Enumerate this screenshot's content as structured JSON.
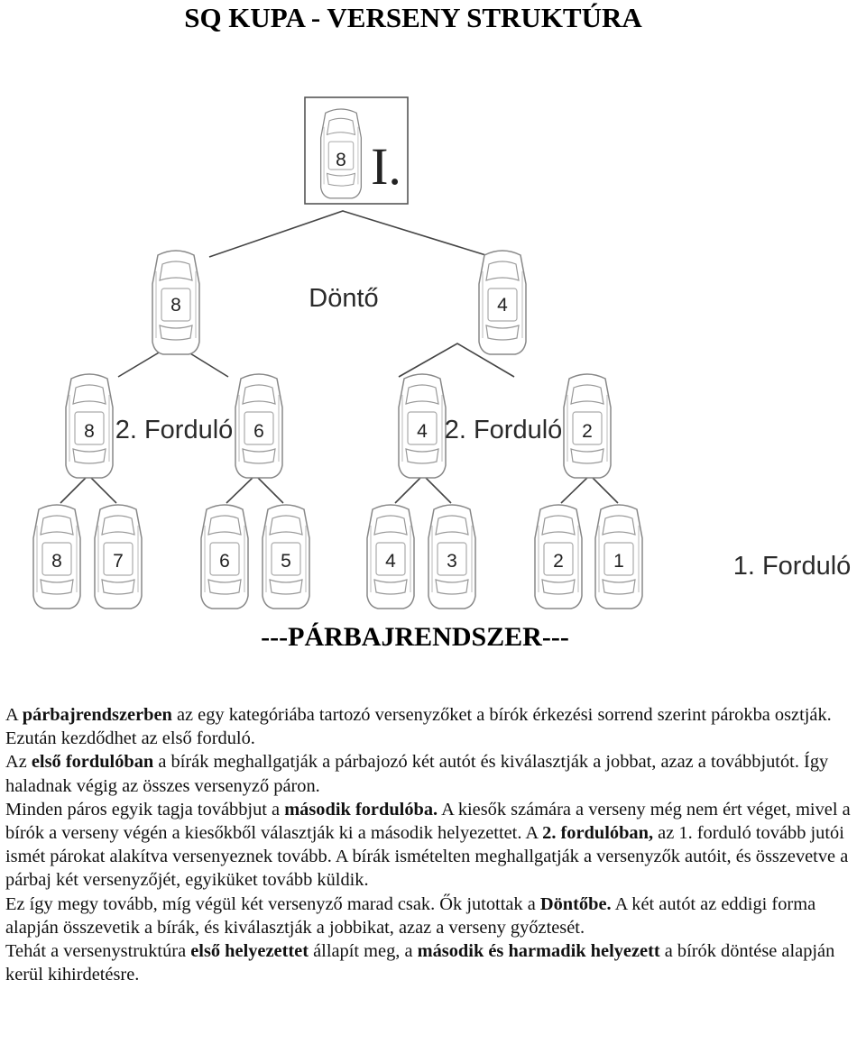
{
  "header": {
    "title": "SQ KUPA - VERSENY STRUKTÚRA"
  },
  "diagram": {
    "champion": {
      "car": "8",
      "place": "I."
    },
    "final": {
      "label": "Döntő",
      "cars": [
        "8",
        "4"
      ]
    },
    "round2": [
      {
        "label": "2. Forduló",
        "cars": [
          "8",
          "6"
        ]
      },
      {
        "label": "2. Forduló",
        "cars": [
          "4",
          "2"
        ]
      }
    ],
    "round1": {
      "label": "1. Forduló",
      "cars": [
        "8",
        "7",
        "6",
        "5",
        "4",
        "3",
        "2",
        "1"
      ]
    }
  },
  "section": {
    "title": "---PÁRBAJRENDSZER---"
  },
  "body": {
    "p1": {
      "t1": "A ",
      "b1": "párbajrendszerben",
      "t2": " az egy kategóriába tartozó versenyzőket a bírók érkezési sorrend szerint párokba osztják. Ezután kezdődhet az első forduló."
    },
    "p2": {
      "t1": "Az ",
      "b1": "első fordulóban",
      "t2": " a bírák meghallgatják a párbajozó két autót és kiválasztják a jobbat, azaz a továbbjutót. Így haladnak végig az összes versenyző páron."
    },
    "p3": {
      "t1": "Minden páros egyik tagja továbbjut a ",
      "b1": "második fordulóba.",
      "t2": " A kiesők számára a verseny még nem ért véget, mivel a bírók a verseny végén a kiesőkből választják ki a második helyezettet. A ",
      "b2": "2. fordulóban,",
      "t3": " az 1. forduló tovább jutói ismét párokat alakítva versenyeznek tovább. A bírák ismételten meghallgatják a versenyzők autóit, és összevetve a párbaj két versenyzőjét, egyiküket tovább küldik."
    },
    "p4": {
      "t1": "Ez így megy tovább, míg végül két versenyző marad csak. Ők jutottak a ",
      "b1": "Döntőbe.",
      "t2": " A két autót az eddigi forma alapján összevetik a bírák, és kiválasztják a jobbikat, azaz a verseny győztesét."
    },
    "p5": {
      "t1": "Tehát a versenystruktúra ",
      "b1": "első helyezettet",
      "t2": " állapít meg, a ",
      "b2": "második és harmadik helyezett",
      "t3": " a bírók döntése alapján kerül kihirdetésre."
    }
  }
}
